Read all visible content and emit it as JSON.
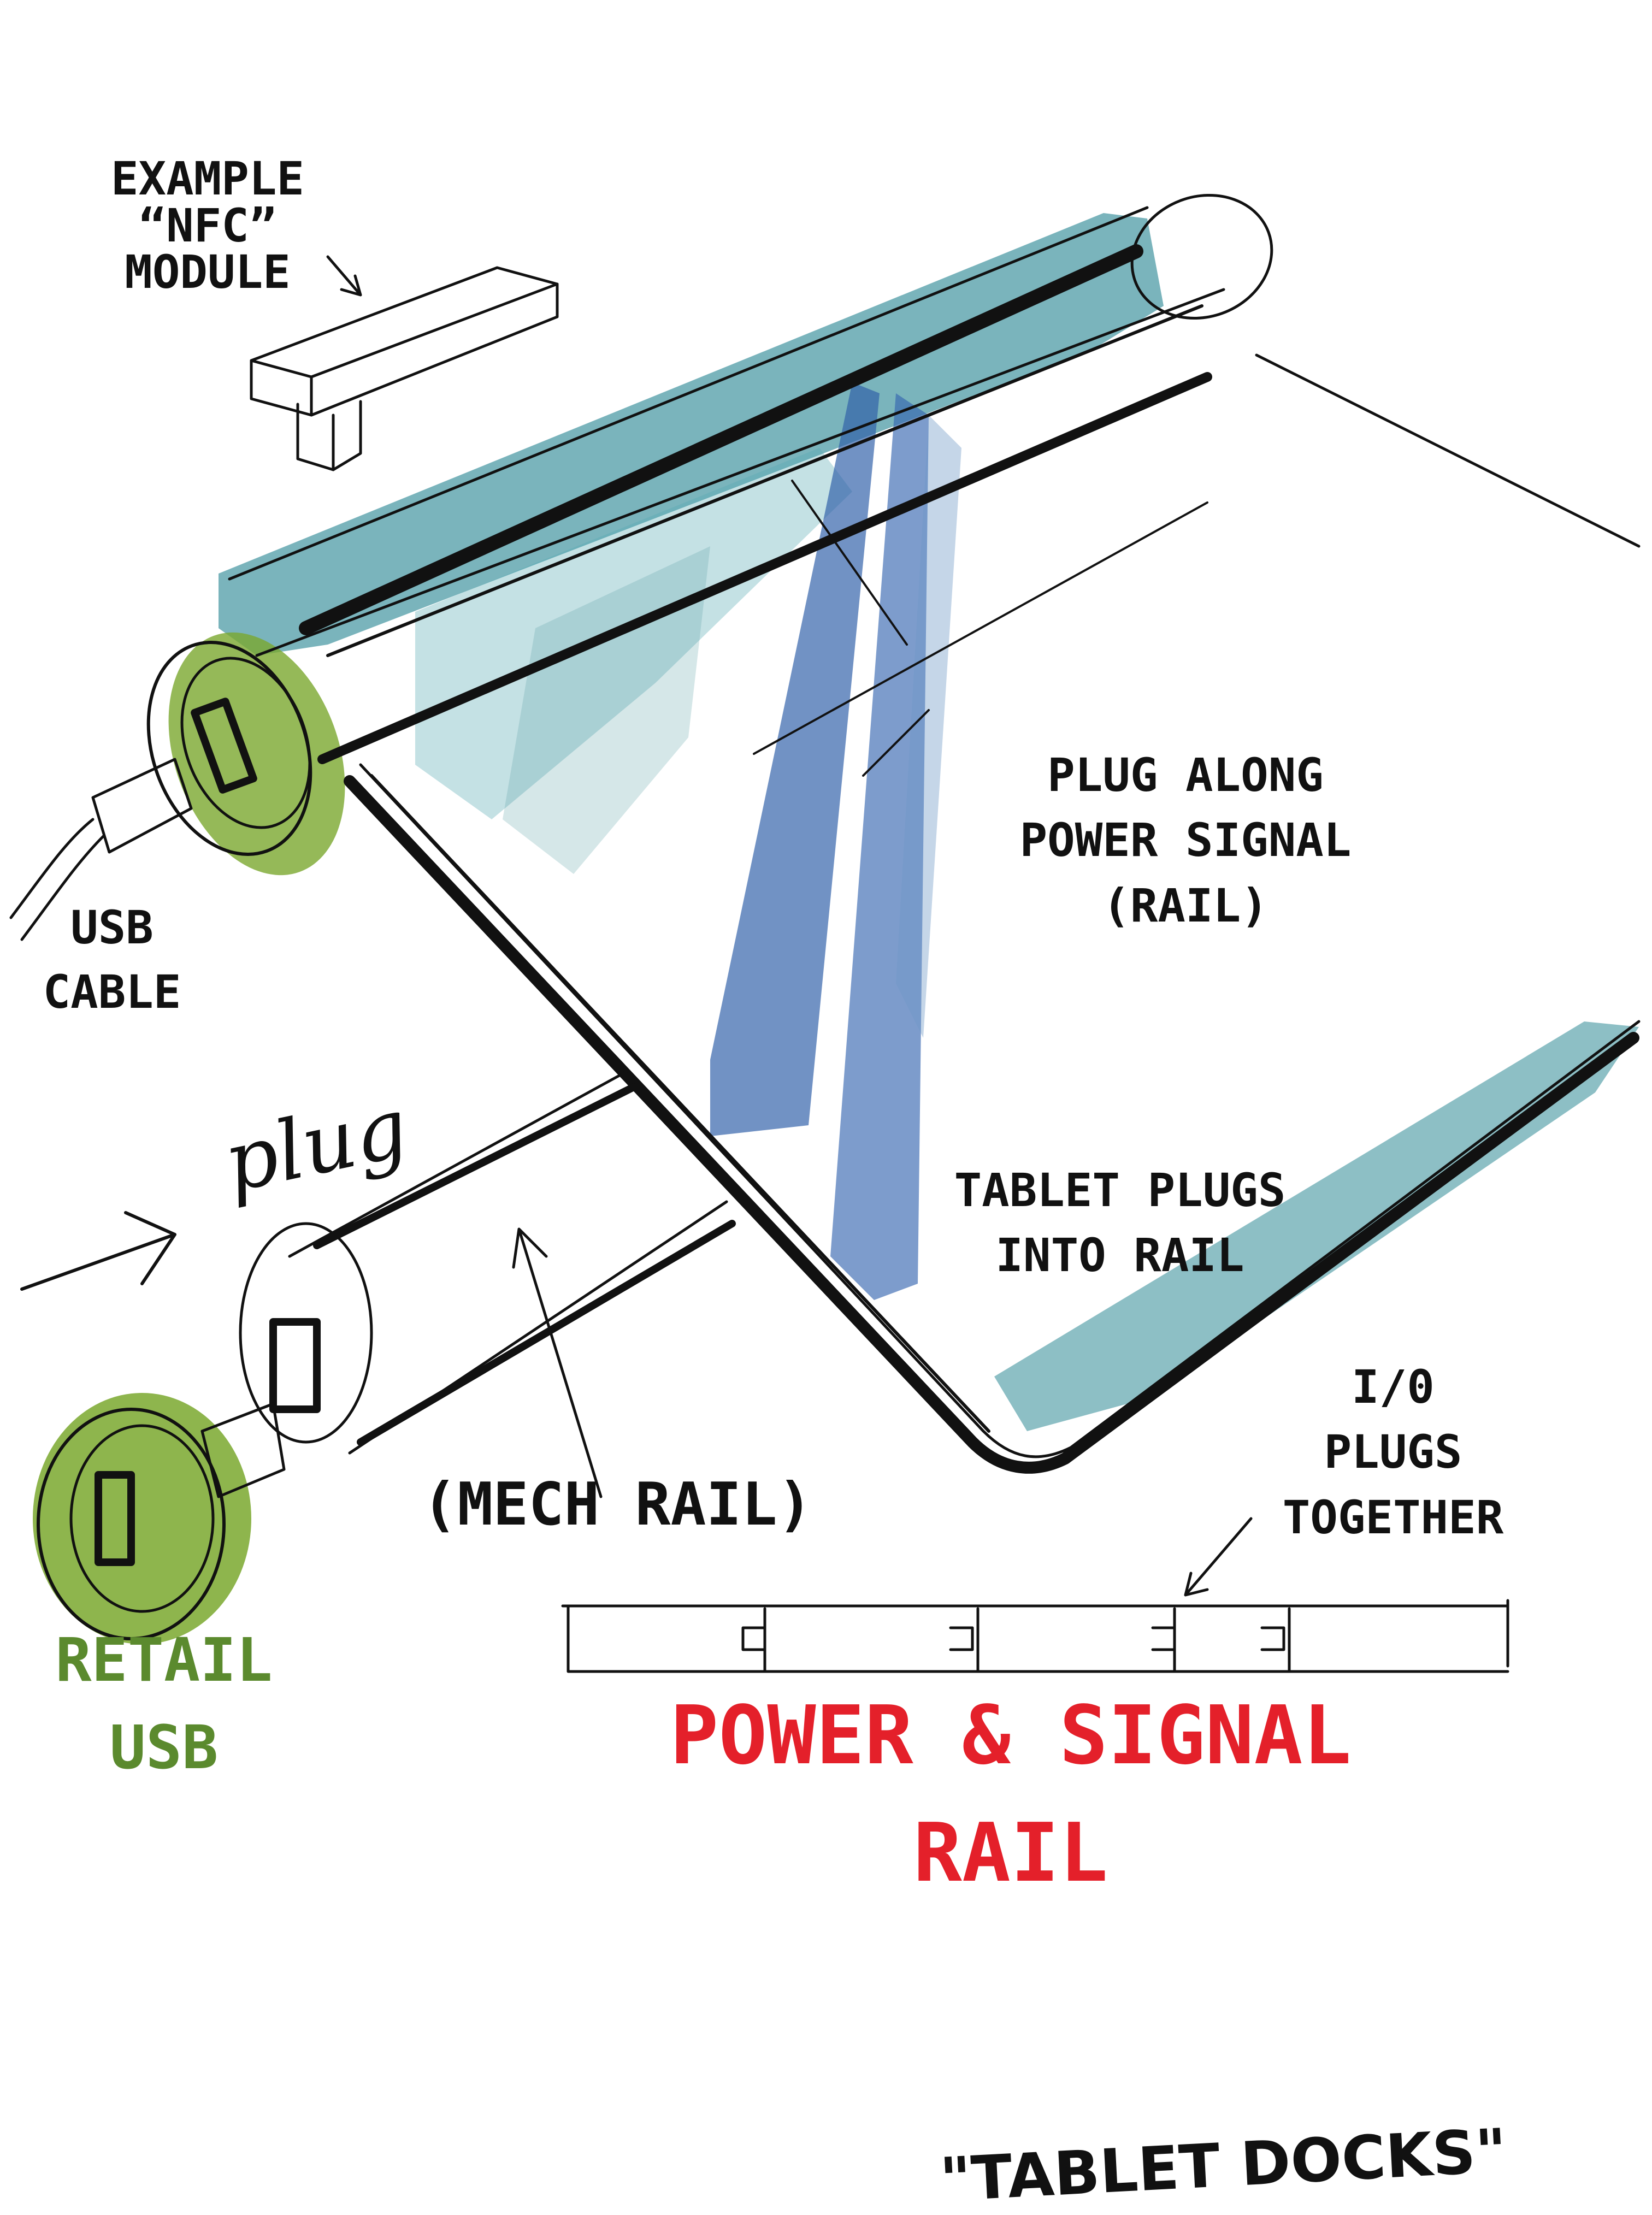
{
  "labels": {
    "nfc_module": "EXAMPLE\n“NFC”\nMODULE",
    "usb_cable": "USB\nCABLE",
    "plug_along": "PLUG ALONG\nPOWER SIGNAL\n(RAIL)",
    "plug_script": "plug",
    "tablet_plugs": "TABLET PLUGS\nINTO RAIL",
    "io_plugs": "I/0\nPLUGS\nTOGETHER",
    "mech_rail": "(MECH RAIL)",
    "retail_usb": "RETAIL\nUSB",
    "power_signal_rail": "POWER & SIGNAL\nRAIL",
    "signature": "\"TABLET DOCKS\""
  },
  "colors": {
    "ink": "#111111",
    "teal_wash": "#2f8a96",
    "blue_wash": "#2f5fa8",
    "green_wash": "#7aa82e",
    "green_text": "#5b8a2e",
    "red_text": "#e4202a"
  }
}
